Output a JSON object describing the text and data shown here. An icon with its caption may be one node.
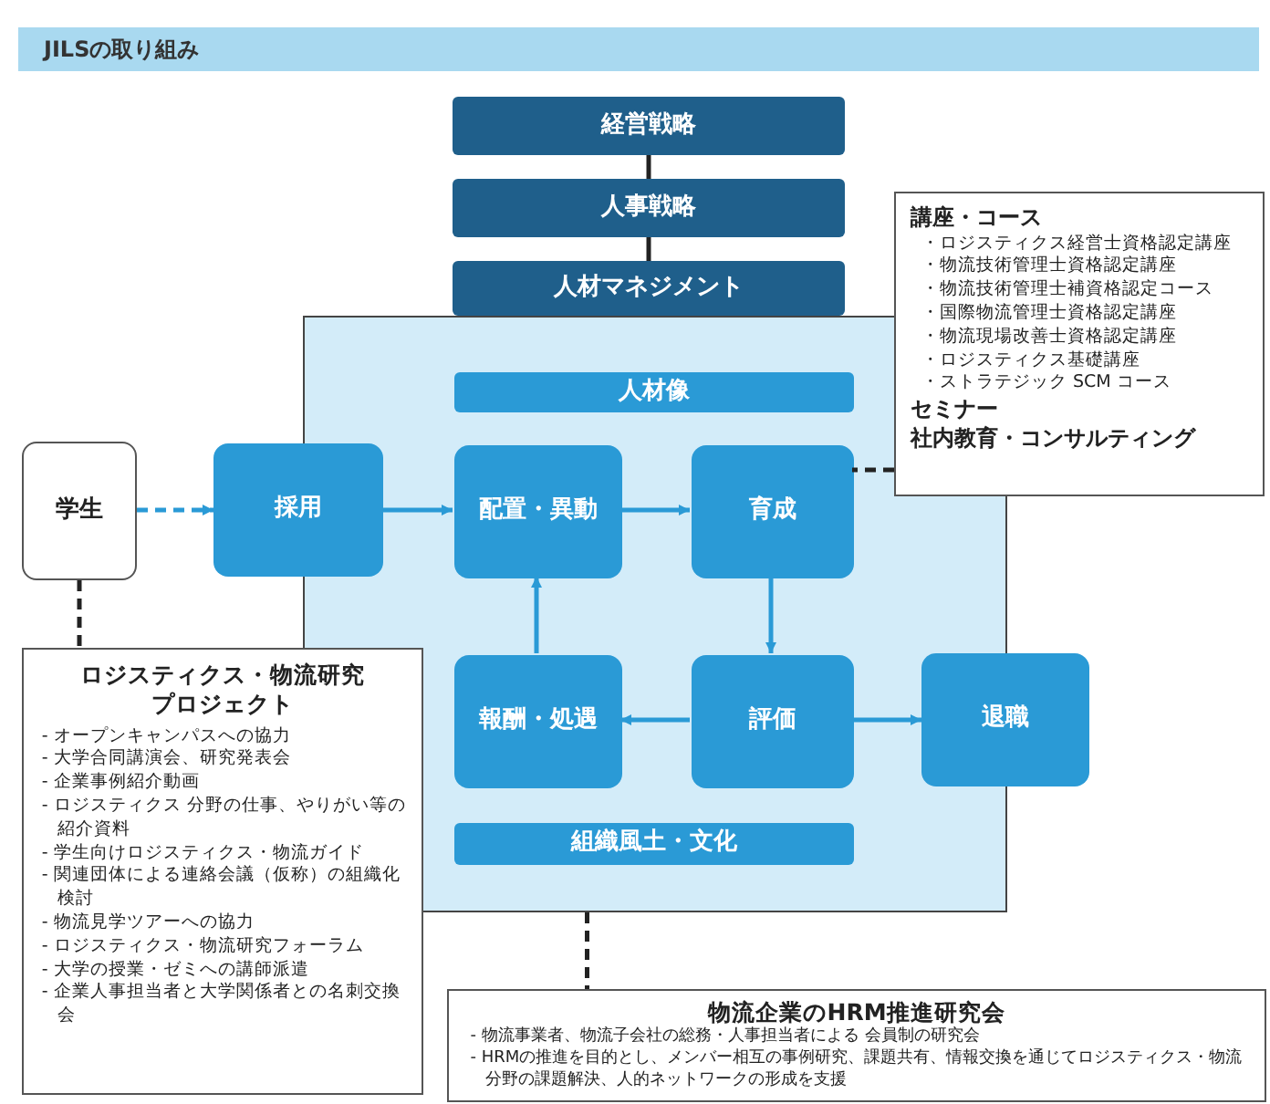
{
  "diagram": {
    "title": "JILSの取り組み",
    "nodes": [
      {
        "text": [
          "経営戦略"
        ]
      },
      {
        "text": [
          "人事戦略"
        ]
      },
      {
        "text": [
          "人材マネジメント"
        ]
      },
      {
        "text": [],
        "shape": "box"
      },
      {
        "text": [
          "人材像"
        ],
        "in": 3
      },
      {
        "text": [
          "採用"
        ]
      },
      {
        "text": [
          "配置・異動"
        ],
        "in": 3
      },
      {
        "text": [
          "育成"
        ],
        "in": 3
      },
      {
        "text": [
          "報酬・処遇"
        ],
        "in": 3
      },
      {
        "text": [
          "評価"
        ],
        "in": 3
      },
      {
        "text": [
          "退職"
        ]
      },
      {
        "text": [
          "組織風土・文化"
        ],
        "in": 3
      },
      {
        "text": [
          "学生"
        ]
      },
      {
        "text": [
          "講座・コース",
          "・ロジスティクス経営士資格認定講座",
          "・物流技術管理士資格認定講座",
          "・物流技術管理士補資格認定コース",
          "・国際物流管理士資格認定講座",
          "・物流現場改善士資格認定講座",
          "・ロジスティクス基礎講座",
          "・ストラテジック SCM コース",
          "セミナー",
          "社内教育・コンサルティング"
        ]
      },
      {
        "text": [
          "ロジスティクス・物流研究プロジェクト",
          "- オープンキャンパスへの協力",
          "- 大学合同講演会、研究発表会",
          "- 企業事例紹介動画",
          "- ロジスティクス 分野の仕事、やりがい等の紹介資料",
          "- 学生向けロジスティクス・物流ガイド",
          "- 関連団体による連絡会議（仮称）の組織化検討",
          "- 物流見学ツアーへの協力",
          "- ロジスティクス・物流研究フォーラム",
          "- 大学の授業・ゼミへの講師派遣",
          "- 企業人事担当者と大学関係者との名刺交換会"
        ]
      },
      {
        "text": [
          "物流企業のHRM推進研究会",
          "- 物流事業者、物流子会社の総務・人事担当者による 会員制の研究会",
          "- HRMの推進を目的とし、メンバー相互の事例研究、課題共有、情報交換を通じてロジスティクス・物流分野の課題解決、人的ネットワークの形成を支援"
        ]
      }
    ],
    "edges": [
      {
        "from": 0,
        "to": 1,
        "arrow": "none",
        "color": "#222222"
      },
      {
        "from": 1,
        "to": 2,
        "arrow": "none",
        "color": "#222222"
      },
      {
        "from": 12,
        "to": 5,
        "arrow": "to",
        "style": "dashed"
      },
      {
        "from": 5,
        "to": 6,
        "arrow": "to"
      },
      {
        "from": 6,
        "to": 7,
        "arrow": "to"
      },
      {
        "from": 7,
        "to": 9,
        "arrow": "to"
      },
      {
        "from": 9,
        "to": 8,
        "arrow": "to"
      },
      {
        "from": 9,
        "to": 10,
        "arrow": "to"
      },
      {
        "from": 8,
        "to": 6,
        "arrow": "to"
      },
      {
        "from": 12,
        "to": 14,
        "arrow": "none",
        "style": "dashed",
        "color": "#222222"
      },
      {
        "from": 13,
        "to": 7,
        "arrow": "none",
        "style": "dashed",
        "color": "#222222"
      },
      {
        "from": 3,
        "to": 15,
        "arrow": "none",
        "style": "dashed",
        "color": "#222222"
      }
    ]
  }
}
